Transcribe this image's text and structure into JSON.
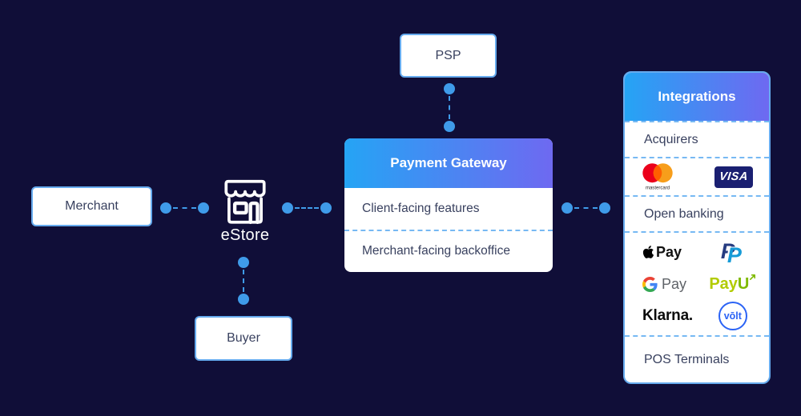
{
  "diagram": {
    "background": "#100e38",
    "accent_blue": "#3f9be9",
    "nodes": {
      "psp": "PSP",
      "merchant": "Merchant",
      "buyer": "Buyer",
      "estore": "eStore"
    },
    "payment_gateway": {
      "title": "Payment Gateway",
      "row1": "Client-facing features",
      "row2": "Merchant-facing backoffice"
    },
    "integrations": {
      "title": "Integrations",
      "section_acquirers": "Acquirers",
      "section_open_banking": "Open banking",
      "section_pos": "POS Terminals"
    },
    "logos": {
      "mastercard_wordmark": "mastercard",
      "visa": "VISA",
      "apple_pay": "Pay",
      "paypal_back": "P",
      "paypal_front": "P",
      "google_pay": "Pay",
      "payu_pay": "Pay",
      "payu_u": "U",
      "klarna": "Klarna.",
      "volt": "vōlt"
    },
    "colors": {
      "gradient_start": "#25a4f4",
      "gradient_end": "#6e69f1",
      "box_border": "#66abee",
      "dark_text": "#39415f",
      "divider_blue": "#77b9f3",
      "mc_red": "#eb001b",
      "mc_orange": "#f79e1b",
      "mc_overlap": "#ff5f00",
      "visa_navy": "#1a1f71",
      "paypal_dark": "#253b80",
      "paypal_light": "#179bd7",
      "gpay_gray": "#5f6368",
      "payu_light": "#b2cb00",
      "payu_dark": "#7fba00",
      "volt_blue": "#2b63f5",
      "g_blue": "#4285f4",
      "g_red": "#ea4335",
      "g_yellow": "#fbbc05",
      "g_green": "#34a853"
    }
  }
}
